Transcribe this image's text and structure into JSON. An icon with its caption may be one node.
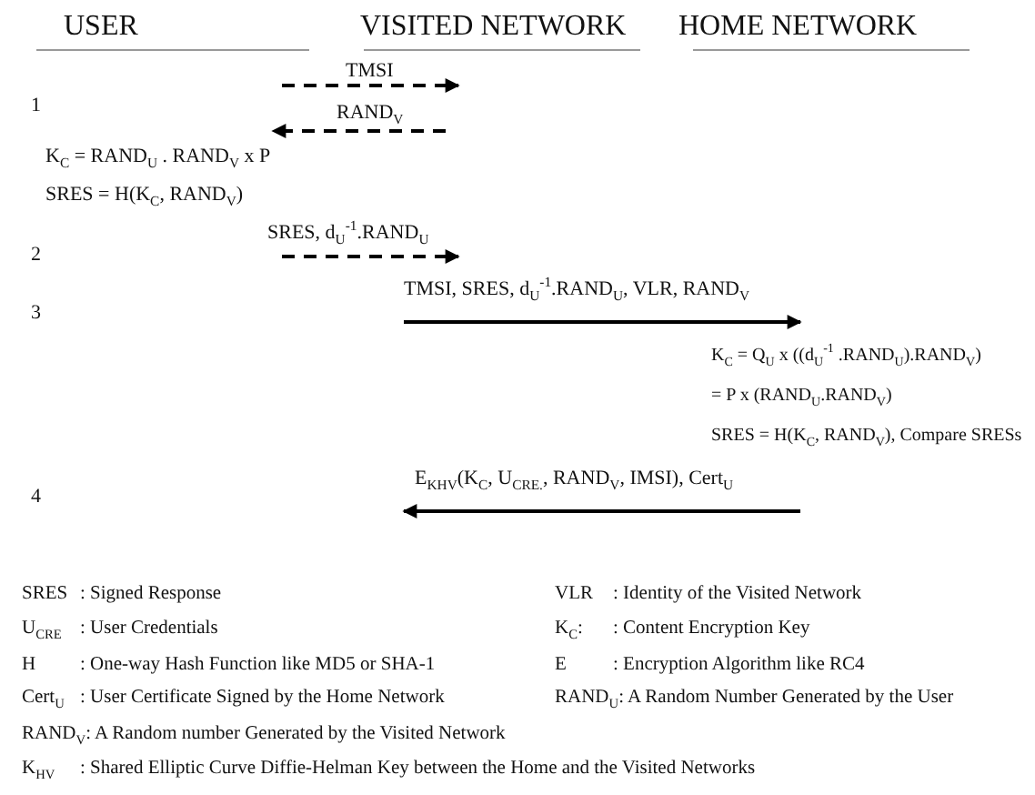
{
  "diagram": {
    "nodes": [
      {
        "text": [
          "USER"
        ]
      },
      {
        "text": [
          "VISITED NETWORK"
        ]
      },
      {
        "text": [
          "HOME NETWORK"
        ]
      }
    ],
    "edges": [
      {
        "from": 0,
        "to": 1,
        "arrow": "to",
        "label": "TMSI",
        "style": "dashed"
      },
      {
        "from": 1,
        "to": 0,
        "arrow": "to",
        "label": "RAND$_{V}$",
        "style": "dashed"
      },
      {
        "from": 0,
        "to": 1,
        "arrow": "to",
        "label": "SRES, d$_{U}$$^{-1}$.RAND$_{U}$",
        "style": "dashed"
      },
      {
        "from": 1,
        "to": 2,
        "arrow": "to",
        "label": "TMSI, SRES, d$_{U}$$^{-1}$.RAND$_{U}$, VLR, RAND$_{V}$"
      },
      {
        "from": 2,
        "to": 1,
        "arrow": "to",
        "label": "E$_{KHV}$(K$_{C}$, U$_{CRE.}$, RAND$_{V}$, IMSI), Cert$_{U}$"
      }
    ],
    "labels": [
      "1",
      "K$_{C}$ = RAND$_{U}$ . RAND$_{V}$ x P",
      "SRES = H(K$_{C}$, RAND$_{V}$)",
      "2",
      "3",
      "K$_{C}$ = Q$_{U}$ x ((d$_{U}$$^{-1}$ .RAND$_{U}$).RAND$_{V}$)",
      "= P x (RAND$_{U}$.RAND$_{V}$)",
      "SRES = H(K$_{C}$, RAND$_{V}$), Compare SRESs",
      "4",
      "SRES",
      ": Signed Response",
      "VLR",
      ": Identity of the Visited Network",
      "U$_{CRE}$",
      ": User Credentials",
      "K$_{C}$:",
      ": Content Encryption Key",
      "H",
      ": One-way Hash Function like MD5 or SHA-1",
      "E",
      ": Encryption Algorithm like RC4",
      "Cert$_{U}$",
      ": User Certificate Signed by the Home Network",
      "RAND$_{U}$: A Random Number Generated by the User",
      "RAND$_{V}$: A Random number Generated by the Visited Network",
      "K$_{HV}$",
      ": Shared Elliptic Curve Diffie-Helman Key between the Home and the Visited Networks"
    ]
  }
}
